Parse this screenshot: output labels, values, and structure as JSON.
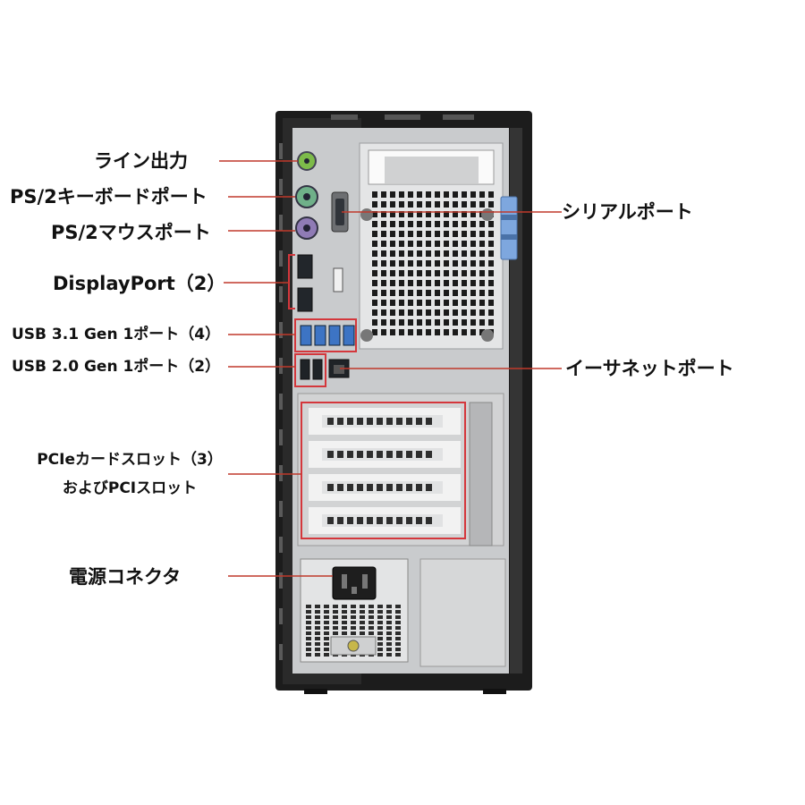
{
  "labels": {
    "line_out": "ライン出力",
    "ps2_keyboard": "PS/2キーボードポート",
    "ps2_mouse": "PS/2マウスポート",
    "displayport": "DisplayPort（2）",
    "usb31": "USB 3.1 Gen 1ポート（4）",
    "usb20": "USB 2.0 Gen 1ポート（2）",
    "pcie_line1": "PCIeカードスロット（3）",
    "pcie_line2": "およびPCIスロット",
    "power": "電源コネクタ",
    "serial": "シリアルポート",
    "ethernet": "イーサネットポート"
  },
  "colors": {
    "leader_line": "#c0392b",
    "chassis": "#1c1c1c",
    "panel": "#c9cbcd",
    "highlight_box": "#d4373c",
    "line_out_port": "#7dbb4a",
    "keyboard_port": "#6fb089",
    "mouse_port": "#8f7bb5",
    "usb3_blue": "#3d74c4",
    "release_latch": "#7ea7de"
  }
}
